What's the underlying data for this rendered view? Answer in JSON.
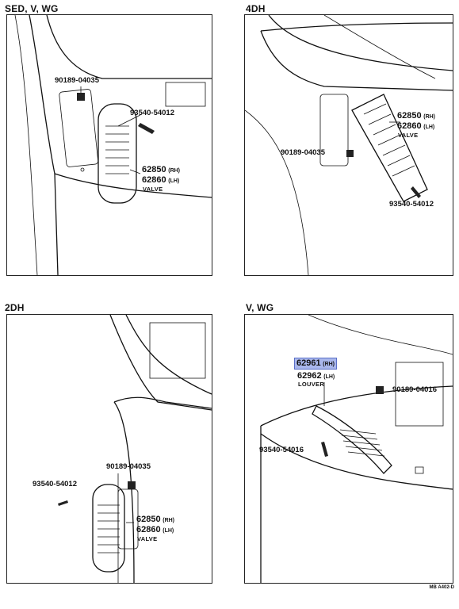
{
  "panels": [
    {
      "title": "SED, V, WG",
      "labels": {
        "clip": "90189-04035",
        "screw": "93540-54012",
        "valve_rh": "62850",
        "valve_lh": "62860",
        "rh": "(RH)",
        "lh": "(LH)",
        "name": "VALVE"
      }
    },
    {
      "title": "4DH",
      "labels": {
        "clip": "90189-04035",
        "screw": "93540-54012",
        "valve_rh": "62850",
        "valve_lh": "62860",
        "rh": "(RH)",
        "lh": "(LH)",
        "name": "VALVE"
      }
    },
    {
      "title": "2DH",
      "labels": {
        "clip": "90189-04035",
        "screw": "93540-54012",
        "valve_rh": "62850",
        "valve_lh": "62860",
        "rh": "(RH)",
        "lh": "(LH)",
        "name": "VALVE"
      }
    },
    {
      "title": "V, WG",
      "labels": {
        "clip": "90189-04016",
        "screw": "93540-54016",
        "louver_rh": "62961",
        "louver_lh": "62962",
        "rh": "(RH)",
        "lh": "(LH)",
        "name": "LOUVER"
      }
    }
  ],
  "footer": "MB A402-D",
  "highlight_color": "#a9b7ec"
}
